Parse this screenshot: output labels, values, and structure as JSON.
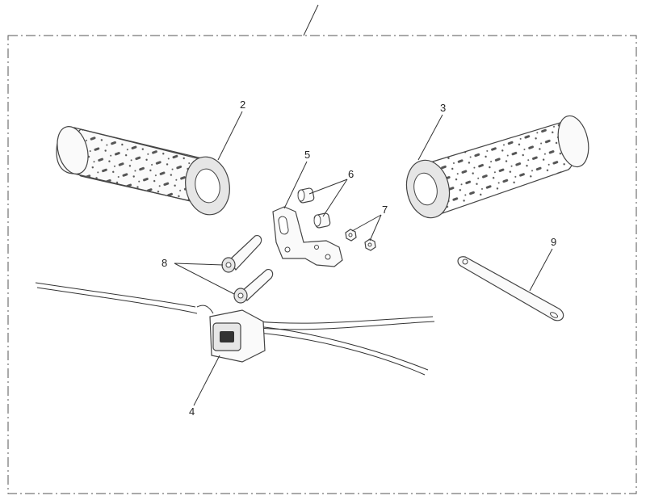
{
  "diagram": {
    "callouts": {
      "c2": "2",
      "c3": "3",
      "c4": "4",
      "c5": "5",
      "c6": "6",
      "c7": "7",
      "c8": "8",
      "c9": "9"
    }
  }
}
